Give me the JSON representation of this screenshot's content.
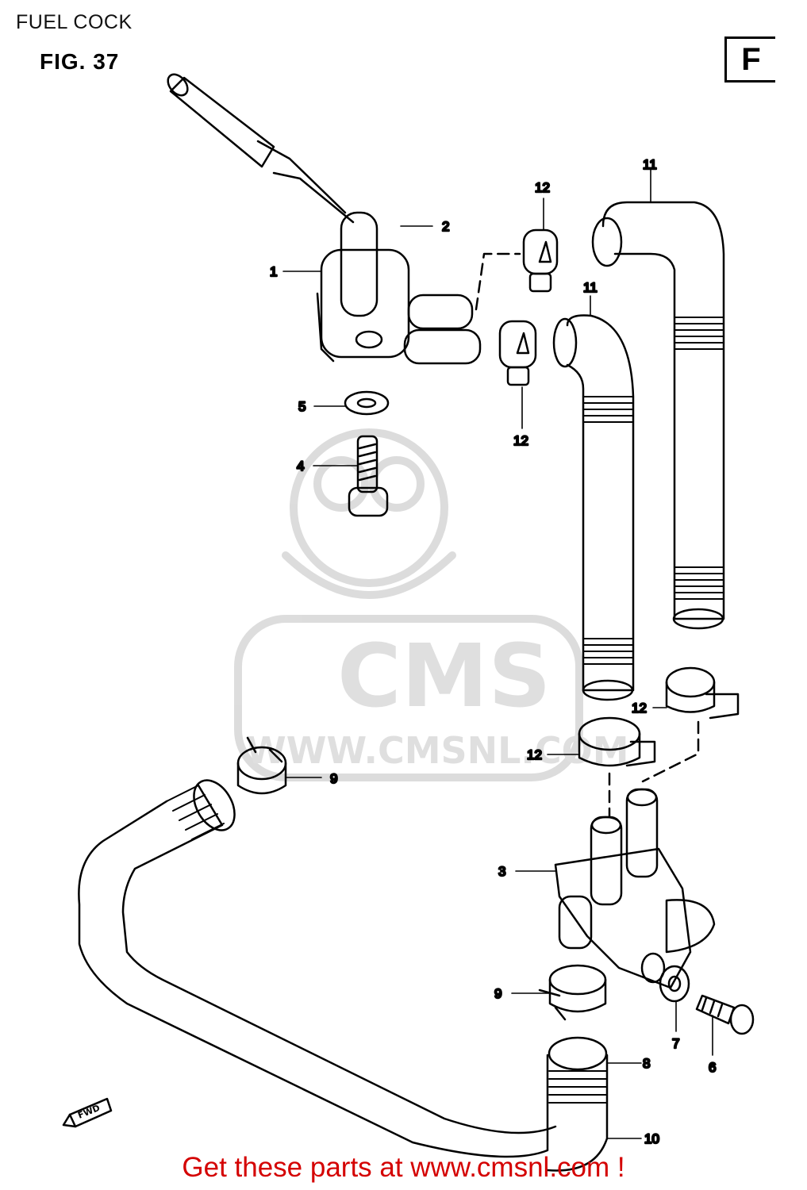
{
  "header": {
    "title": "FUEL COCK",
    "figure": "FIG. 37",
    "section": "F"
  },
  "watermark": {
    "brand": "CMS",
    "url": "WWW.CMSNL.COM"
  },
  "fwd_label": "FWD",
  "callouts": {
    "c1": "1",
    "c2": "2",
    "c3": "3",
    "c4": "4",
    "c5": "5",
    "c6": "6",
    "c7": "7",
    "c8": "8",
    "c9a": "9",
    "c9b": "9",
    "c10": "10",
    "c11a": "11",
    "c11b": "11",
    "c12a": "12",
    "c12b": "12",
    "c12c": "12",
    "c12d": "12"
  },
  "footer": {
    "text": "Get these parts at www.cmsnl.com !"
  }
}
